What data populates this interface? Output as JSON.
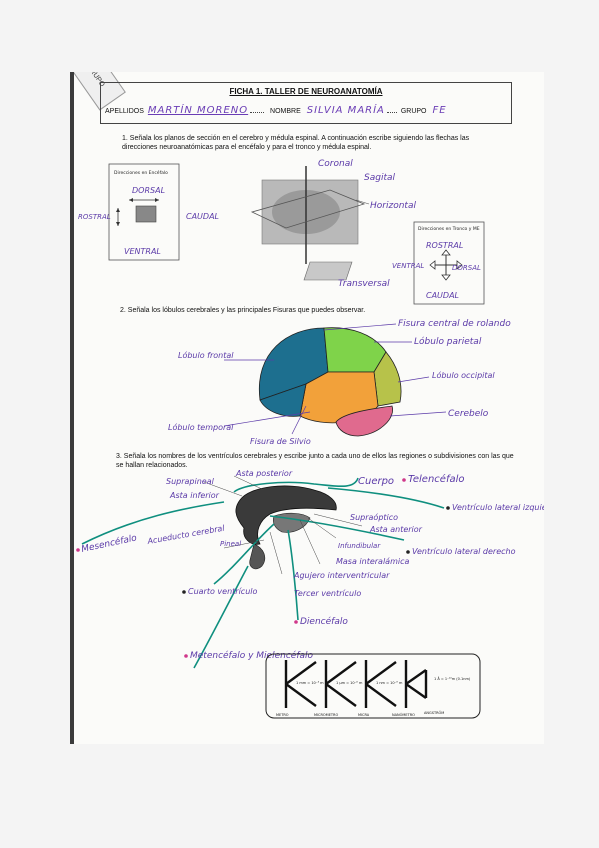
{
  "corner": "GRUPO",
  "header": {
    "title": "FICHA 1. TALLER DE NEUROANATOMÍA",
    "apellidos_label": "APELLIDOS",
    "apellidos_value": "MARTÍN MORENO",
    "nombre_label": "NOMBRE",
    "nombre_value": "SILVIA MARÍA",
    "grupo_label": "GRUPO",
    "grupo_value": "FE"
  },
  "q1": {
    "text": "1. Señala los planos de sección en el cerebro y médula espinal. A continuación escribe siguiendo las flechas las direcciones neuroanatómicas para el encéfalo y para el tronco y médula espinal.",
    "box1_title": "Direcciones en Encéfalo",
    "box1": {
      "top": "DORSAL",
      "left": "ROSTRAL",
      "right": "CAUDAL",
      "bottom": "VENTRAL"
    },
    "planes": {
      "coronal": "Coronal",
      "sagital": "Sagital",
      "horizontal": "Horizontal",
      "transversal": "Transversal"
    },
    "box2_title": "Direcciones en Tronco y ME",
    "box2": {
      "top": "ROSTRAL",
      "left": "VENTRAL",
      "right": "DORSAL",
      "bottom": "CAUDAL"
    }
  },
  "q2": {
    "text": "2. Señala los lóbulos cerebrales y las principales Fisuras que puedes observar.",
    "labels": {
      "central": "Fisura central de rolando",
      "parietal": "Lóbulo parietal",
      "frontal": "Lóbulo frontal",
      "occipital": "Lóbulo occipital",
      "cerebelo": "Cerebelo",
      "temporal": "Lóbulo temporal",
      "silvio": "Fisura de Silvio"
    }
  },
  "q3": {
    "text": "3. Señala los nombres de los ventrículos cerebrales y escribe junto a cada uno de ellos las regiones o subdivisiones con las que se hallan relacionados.",
    "labels": {
      "suprapineal": "Suprapineal",
      "asta_posterior": "Asta posterior",
      "cuerpo": "Cuerpo",
      "telencefalo": "Telencéfalo",
      "asta_inferior": "Asta inferior",
      "mesencefalo": "Mesencéfalo",
      "ventriculo_izq": "Ventrículo lateral izquierdo",
      "supraoptico": "Supraóptico",
      "asta_anterior": "Asta anterior",
      "infundibular": "Infundibular",
      "acueducto": "Acueducto cerebral",
      "pineal": "Pineal",
      "masa": "Masa interalámica",
      "ventriculo_der": "Ventrículo lateral derecho",
      "agujero": "Agujero interventricular",
      "tercer": "Tercer ventrículo",
      "cuarto": "Cuarto ventrículo",
      "diencefalo": "Diencéfalo",
      "metencefalo": "Metencéfalo y Mielencéfalo"
    }
  },
  "scale": {
    "labels": [
      "METRO",
      "MICROMETRO",
      "MICRA",
      "NANÓMETRO",
      "ANGSTRÖM"
    ],
    "steps": [
      "1 mm = 10⁻³ m",
      "1 µm = 10⁻⁶ m",
      "1 nm = 10⁻⁹ m"
    ],
    "last": "1 Å = 1⁻¹⁰m (0.1nm)"
  },
  "colors": {
    "ink": "#5b3aa8",
    "teal": "#0f8f7f",
    "frontal": "#1d6f8f",
    "parietal": "#7fd34a",
    "occipital": "#b7c24a",
    "temporal": "#f2a13a",
    "cerebelo": "#e06a8e"
  }
}
